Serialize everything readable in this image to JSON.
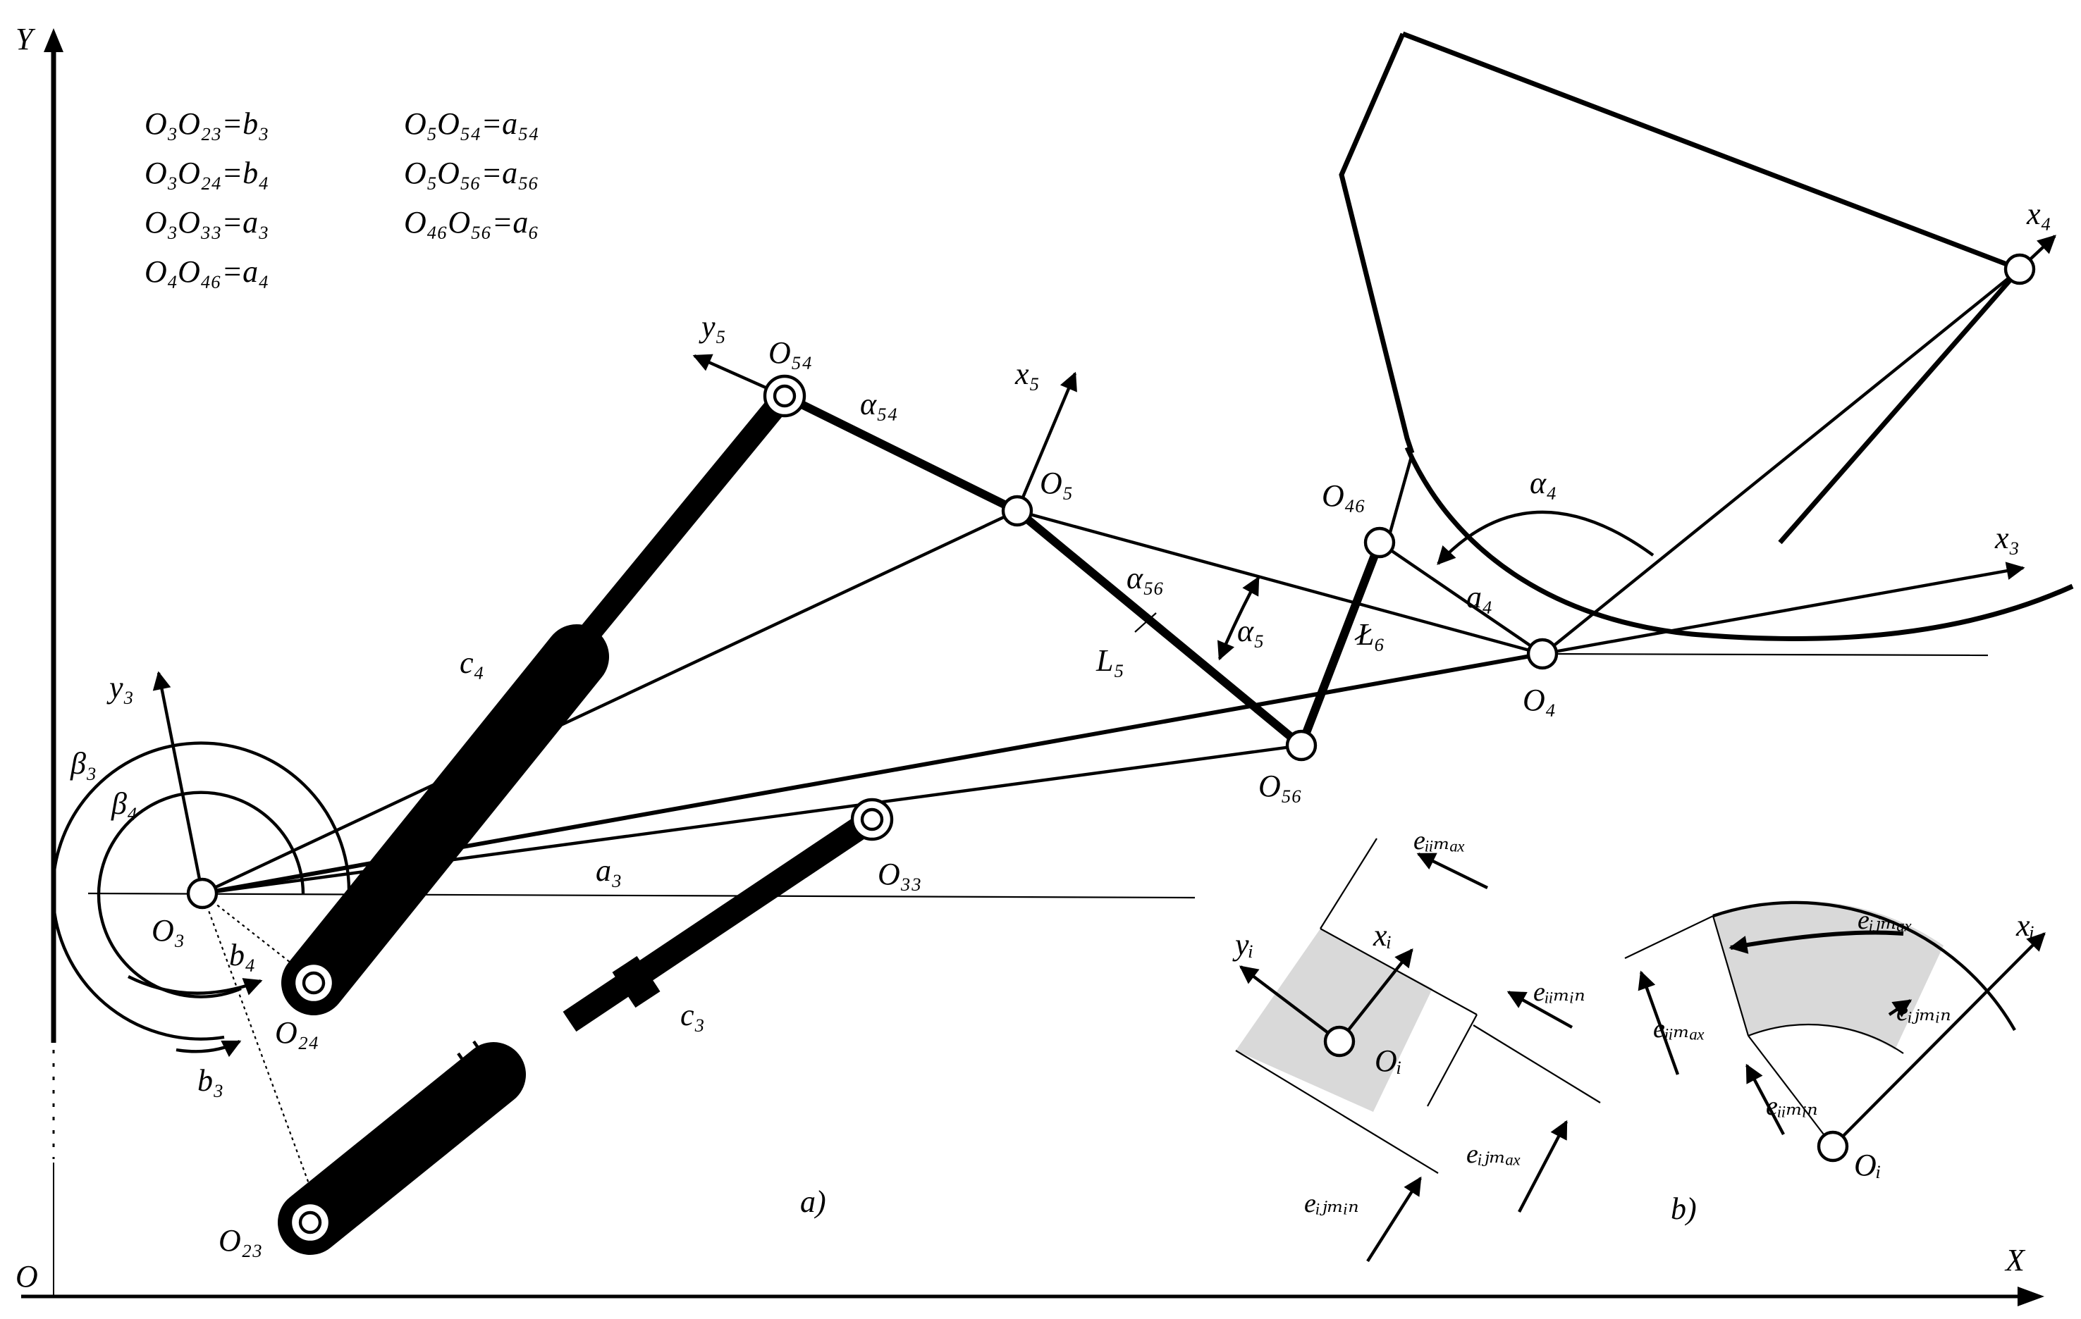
{
  "axes": {
    "origin": "O",
    "x_label": "X",
    "y_label": "Y"
  },
  "equations": [
    {
      "lhs": "O3O23",
      "rhs": "b3",
      "text": "O₃O₂₃=b₃"
    },
    {
      "lhs": "O3O24",
      "rhs": "b4",
      "text": "O₃O₂₄=b₄"
    },
    {
      "lhs": "O3O33",
      "rhs": "a3",
      "text": "O₃O₃₃=a₃"
    },
    {
      "lhs": "O4O46",
      "rhs": "a4",
      "text": "O₄O₄₆=a₄"
    },
    {
      "lhs": "O5O54",
      "rhs": "a54",
      "text": "O₅O₅₄=a₅₄"
    },
    {
      "lhs": "O5O56",
      "rhs": "a56",
      "text": "O₅O₅₆=a₅₆"
    },
    {
      "lhs": "O46O56",
      "rhs": "a6",
      "text": "O₄₆O₅₆=a₆"
    }
  ],
  "labels": {
    "O3": "O₃",
    "O4": "O₄",
    "O5": "O₅",
    "O23": "O₂₃",
    "O24": "O₂₄",
    "O33": "O₃₃",
    "O46": "O₄₆",
    "O54": "O₅₄",
    "O56": "O₅₆",
    "x3": "x₃",
    "y3": "y₃",
    "x4": "x₄",
    "x5": "x₅",
    "y5": "y₅",
    "a3": "a₃",
    "a4": "a₄",
    "b3": "b₃",
    "b4": "b₄",
    "c3": "c₃",
    "c4": "c₄",
    "beta3": "β₃",
    "beta4": "β₄",
    "alpha4": "α₄",
    "alpha5": "α₅",
    "alpha54": "α₅₄",
    "alpha56": "α₅₆",
    "L5": "L₅",
    "L6": "L₆"
  },
  "panel_a": {
    "caption": "a)",
    "Oi": "Oᵢ",
    "xi": "xᵢ",
    "yi": "yᵢ",
    "e_iimax": "eᵢᵢₘₐₓ",
    "e_iimin": "eᵢᵢₘᵢₙ",
    "e_ijmax": "eᵢⱼₘₐₓ",
    "e_ijmin": "eᵢⱼₘᵢₙ"
  },
  "panel_b": {
    "caption": "b)",
    "Oi": "Oᵢ",
    "xi": "xᵢ",
    "e_ijmax": "eᵢⱼₘₐₓ",
    "e_ijmin": "eᵢⱼₘᵢₙ",
    "e_iimax": "eᵢᵢₘₐₓ",
    "e_iimin": "eᵢᵢₘᵢₙ"
  },
  "colors": {
    "line": "#000000",
    "shade": "#d9d9d9",
    "background": "#ffffff"
  }
}
